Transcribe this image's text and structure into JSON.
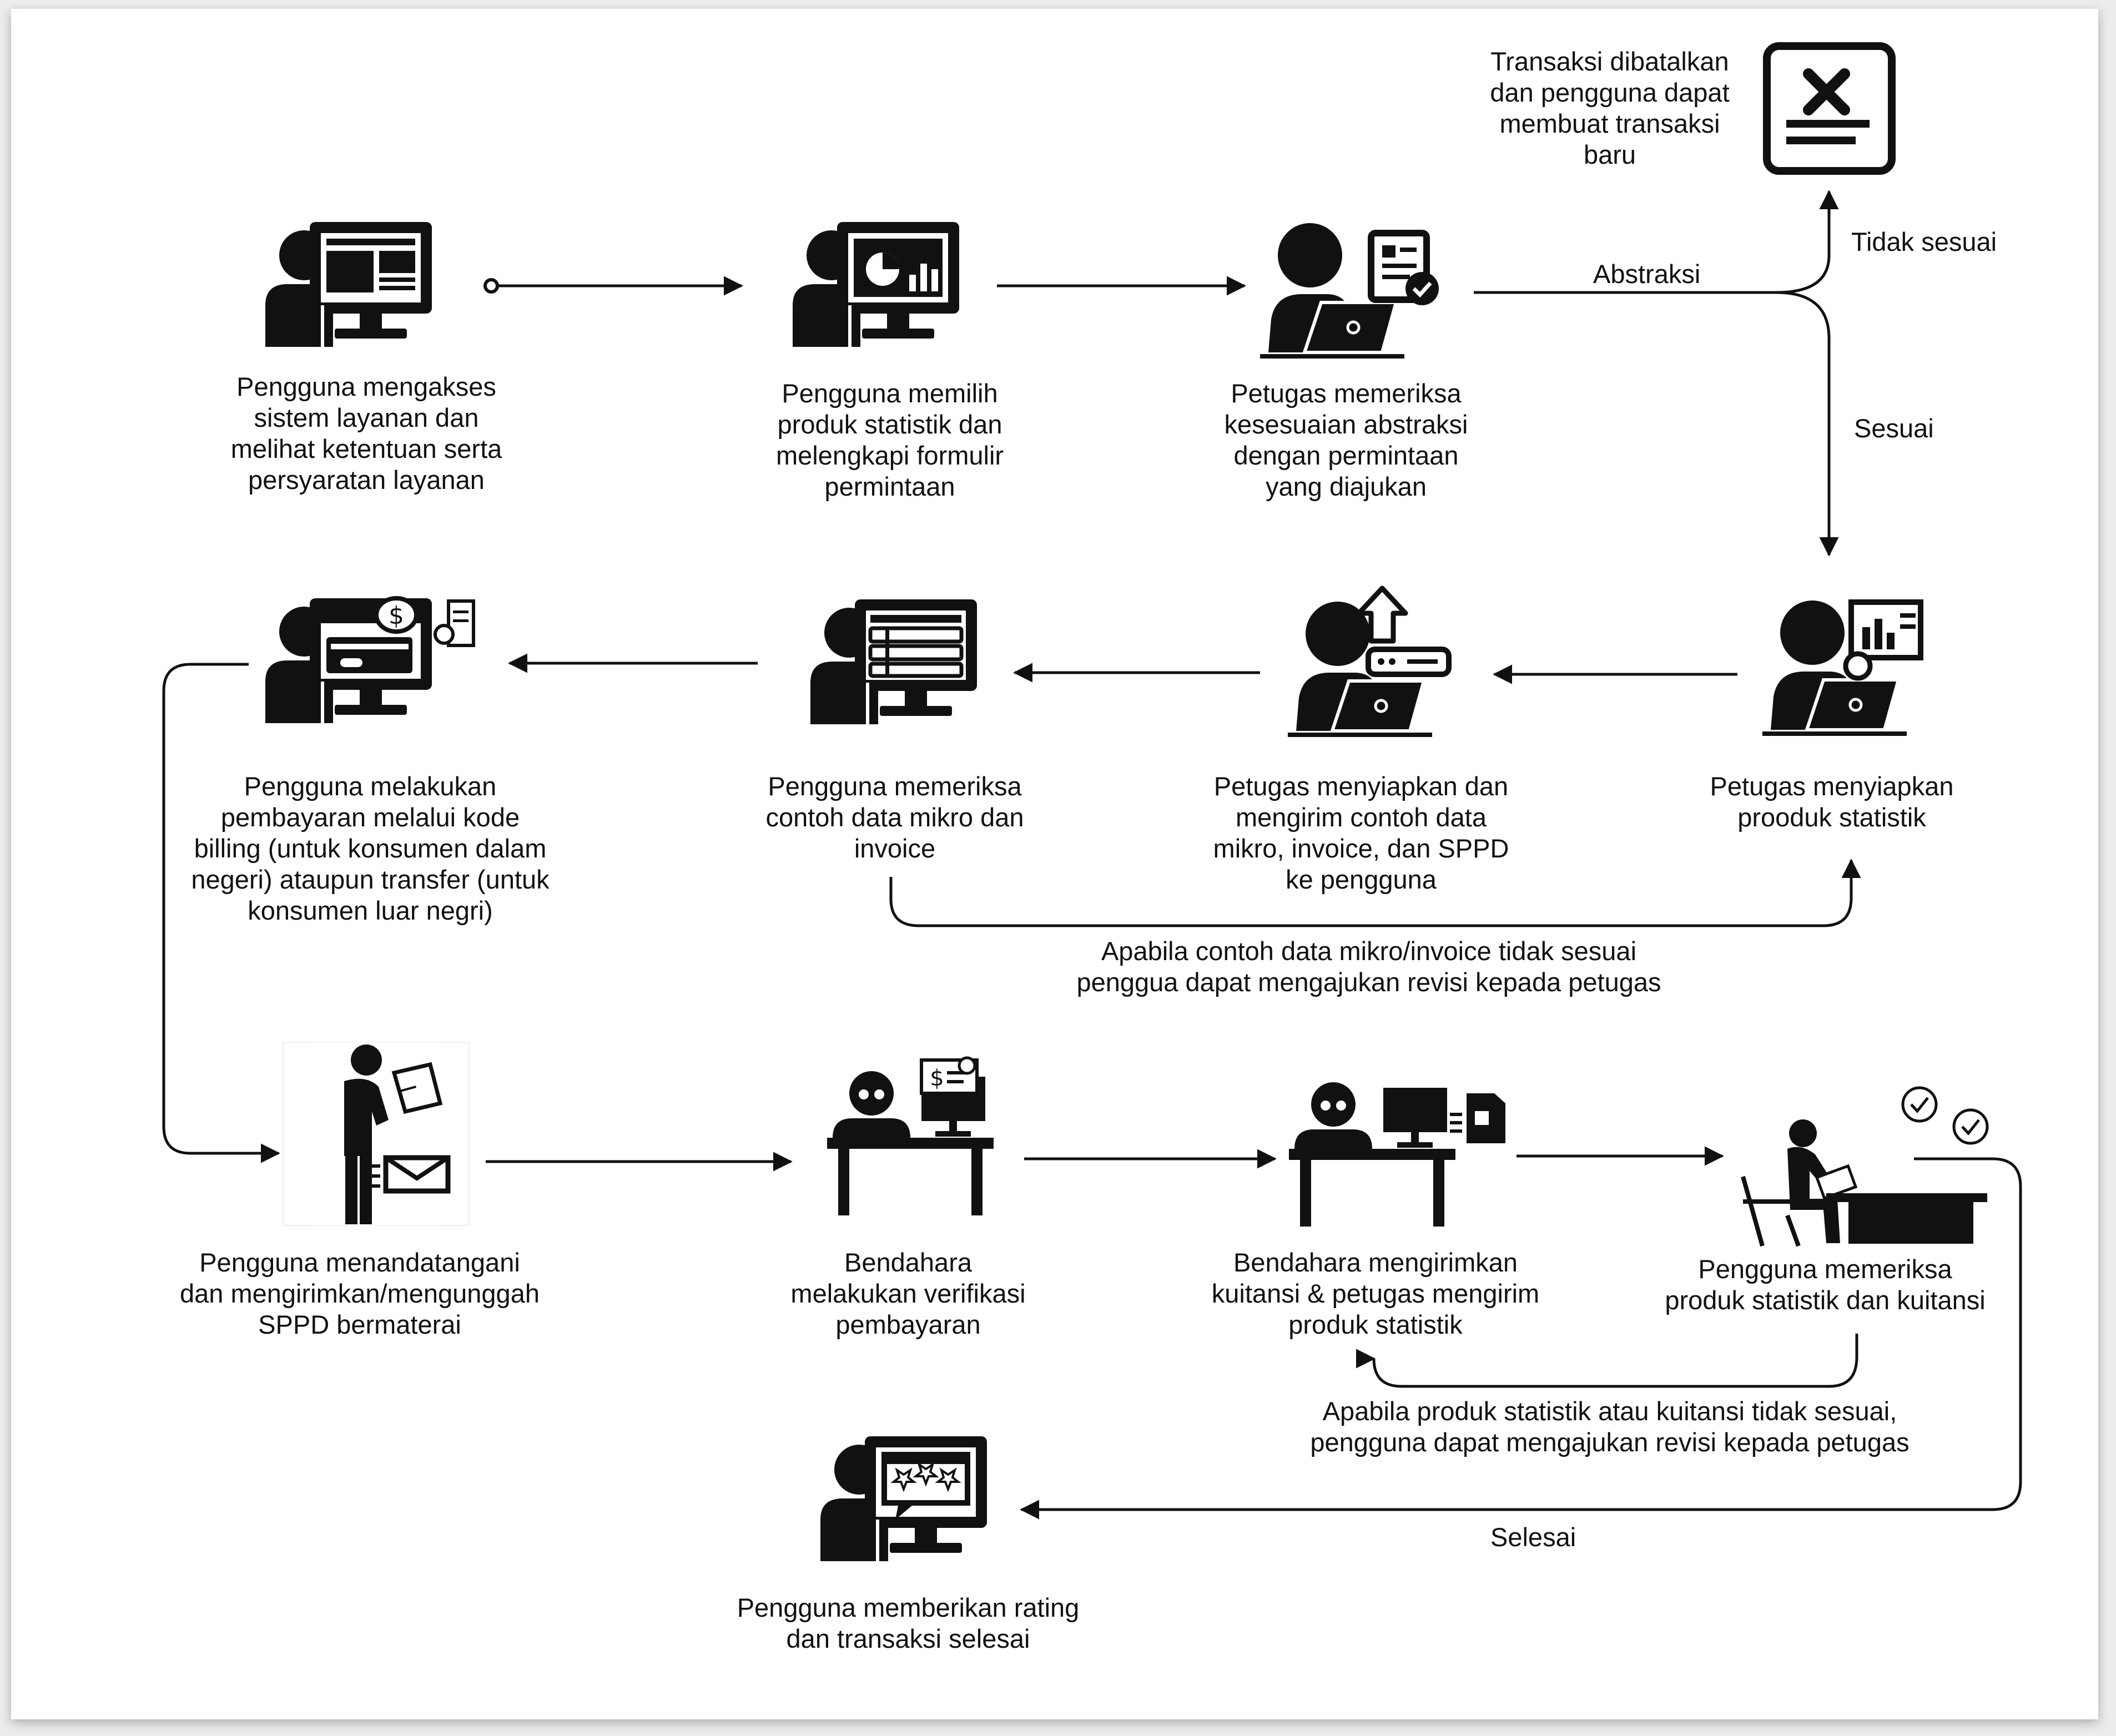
{
  "steps": {
    "s1": [
      "Pengguna mengakses",
      "sistem layanan dan",
      "melihat ketentuan serta",
      "persyaratan layanan"
    ],
    "s2": [
      "Pengguna memilih",
      "produk statistik dan",
      "melengkapi formulir",
      "permintaan"
    ],
    "s3": [
      "Petugas memeriksa",
      "kesesuaian abstraksi",
      "dengan permintaan",
      "yang diajukan"
    ],
    "s_cancel": [
      "Transaksi dibatalkan",
      "dan pengguna dapat",
      "membuat transaksi",
      "baru"
    ],
    "s4": [
      "Petugas menyiapkan",
      "prooduk statistik"
    ],
    "s5": [
      "Petugas menyiapkan dan",
      "mengirim contoh data",
      "mikro, invoice, dan SPPD",
      "ke pengguna"
    ],
    "s6": [
      "Pengguna memeriksa",
      "contoh data mikro dan",
      "invoice"
    ],
    "s7": [
      "Pengguna melakukan",
      "pembayaran melalui kode",
      "billing (untuk konsumen dalam",
      "negeri) ataupun transfer (untuk",
      "konsumen luar negri)"
    ],
    "s8": [
      "Pengguna menandatangani",
      "dan mengirimkan/mengunggah",
      "SPPD bermaterai"
    ],
    "s9": [
      "Bendahara",
      "melakukan verifikasi",
      "pembayaran"
    ],
    "s10": [
      "Bendahara mengirimkan",
      "kuitansi & petugas mengirim",
      "produk statistik"
    ],
    "s11": [
      "Pengguna memeriksa",
      "produk statistik dan kuitansi"
    ],
    "s12": [
      "Pengguna memberikan rating",
      "dan transaksi selesai"
    ]
  },
  "edges": {
    "abstraksi": "Abstraksi",
    "tidak_sesuai": "Tidak sesuai",
    "sesuai": "Sesuai",
    "revisi1": [
      "Apabila contoh data mikro/invoice tidak sesuai",
      "penggua dapat mengajukan revisi kepada petugas"
    ],
    "revisi2": [
      "Apabila produk statistik atau kuitansi tidak sesuai,",
      "pengguna dapat mengajukan revisi kepada petugas"
    ],
    "selesai": "Selesai"
  }
}
